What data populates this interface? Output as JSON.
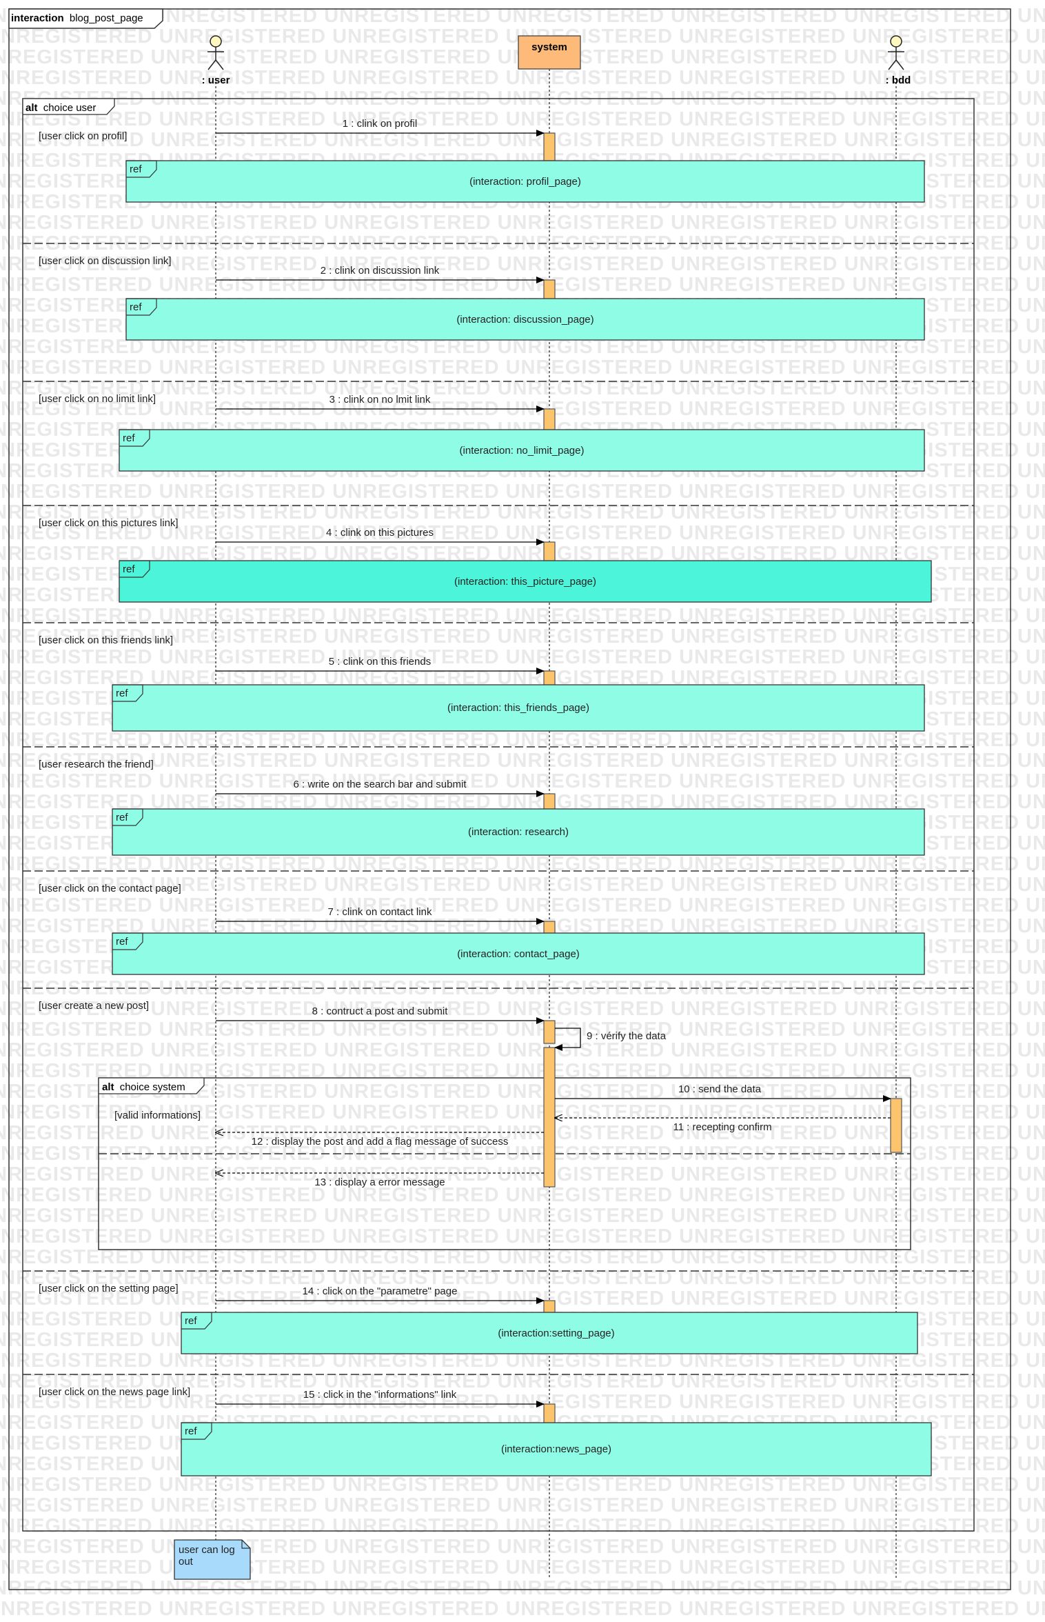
{
  "frame": {
    "keyword": "interaction",
    "name": "blog_post_page"
  },
  "watermark": {
    "text": "UNREGISTERED"
  },
  "colors": {
    "ref_fill": "#8ffce6",
    "ref_highlight_fill": "#4cf5d9",
    "activation_fill": "#fcc46c",
    "system_fill": "#fdba78",
    "note_fill": "#a8dafc",
    "frame_stroke": "#333333"
  },
  "lifelines": [
    {
      "id": "user",
      "label": ": user",
      "kind": "actor"
    },
    {
      "id": "system",
      "label": "system",
      "kind": "box"
    },
    {
      "id": "bdd",
      "label": ": bdd",
      "kind": "actor"
    }
  ],
  "alt_outer": {
    "keyword": "alt",
    "name": "choice user"
  },
  "guards": [
    "[user click on profil]",
    "[user click on discussion link]",
    "[user click on no limit link]",
    "[user click on this pictures link]",
    "[user click on this friends link]",
    "[user research the friend]",
    "[user click on the contact page]",
    "[user create a new post]",
    "[user click on the setting page]",
    "[user click on the news page link]"
  ],
  "refs": [
    {
      "tag": "ref",
      "text": "(interaction: profil_page)",
      "highlight": false
    },
    {
      "tag": "ref",
      "text": "(interaction: discussion_page)",
      "highlight": false
    },
    {
      "tag": "ref",
      "text": "(interaction: no_limit_page)",
      "highlight": false
    },
    {
      "tag": "ref",
      "text": "(interaction: this_picture_page)",
      "highlight": true
    },
    {
      "tag": "ref",
      "text": "(interaction: this_friends_page)",
      "highlight": false
    },
    {
      "tag": "ref",
      "text": "(interaction: research)",
      "highlight": false
    },
    {
      "tag": "ref",
      "text": "(interaction: contact_page)",
      "highlight": false
    },
    {
      "tag": "ref",
      "text": "(interaction:setting_page)",
      "highlight": false
    },
    {
      "tag": "ref",
      "text": "(interaction:news_page)",
      "highlight": false
    }
  ],
  "messages": [
    {
      "text": "1 : clink  on profil",
      "from": "user",
      "to": "system",
      "kind": "sync"
    },
    {
      "text": "2 : clink on discussion link",
      "from": "user",
      "to": "system",
      "kind": "sync"
    },
    {
      "text": "3 : clink on no lmit link",
      "from": "user",
      "to": "system",
      "kind": "sync"
    },
    {
      "text": "4 : clink on this pictures",
      "from": "user",
      "to": "system",
      "kind": "sync"
    },
    {
      "text": "5 : clink on this friends",
      "from": "user",
      "to": "system",
      "kind": "sync"
    },
    {
      "text": "6 : write on the search bar and submit",
      "from": "user",
      "to": "system",
      "kind": "sync"
    },
    {
      "text": "7 : clink on contact link",
      "from": "user",
      "to": "system",
      "kind": "sync"
    },
    {
      "text": "8 : contruct a post and submit",
      "from": "user",
      "to": "system",
      "kind": "sync"
    },
    {
      "text": "9 : vérify the data",
      "from": "system",
      "to": "system",
      "kind": "self"
    },
    {
      "text": "10 : send the data",
      "from": "system",
      "to": "bdd",
      "kind": "sync"
    },
    {
      "text": "11 : recepting confirm",
      "from": "bdd",
      "to": "system",
      "kind": "reply"
    },
    {
      "text": "12 : display the post and add a flag message of success",
      "from": "system",
      "to": "user",
      "kind": "reply"
    },
    {
      "text": "13 : display a error message",
      "from": "system",
      "to": "user",
      "kind": "reply"
    },
    {
      "text": "14 : click on the \"parametre\" page",
      "from": "user",
      "to": "system",
      "kind": "sync"
    },
    {
      "text": "15 : click in the \"informations\" link",
      "from": "user",
      "to": "system",
      "kind": "sync"
    }
  ],
  "alt_inner": {
    "keyword": "alt",
    "name": "choice system",
    "guard": "[valid informations]"
  },
  "note": {
    "lines": [
      "user can log",
      "out"
    ]
  }
}
